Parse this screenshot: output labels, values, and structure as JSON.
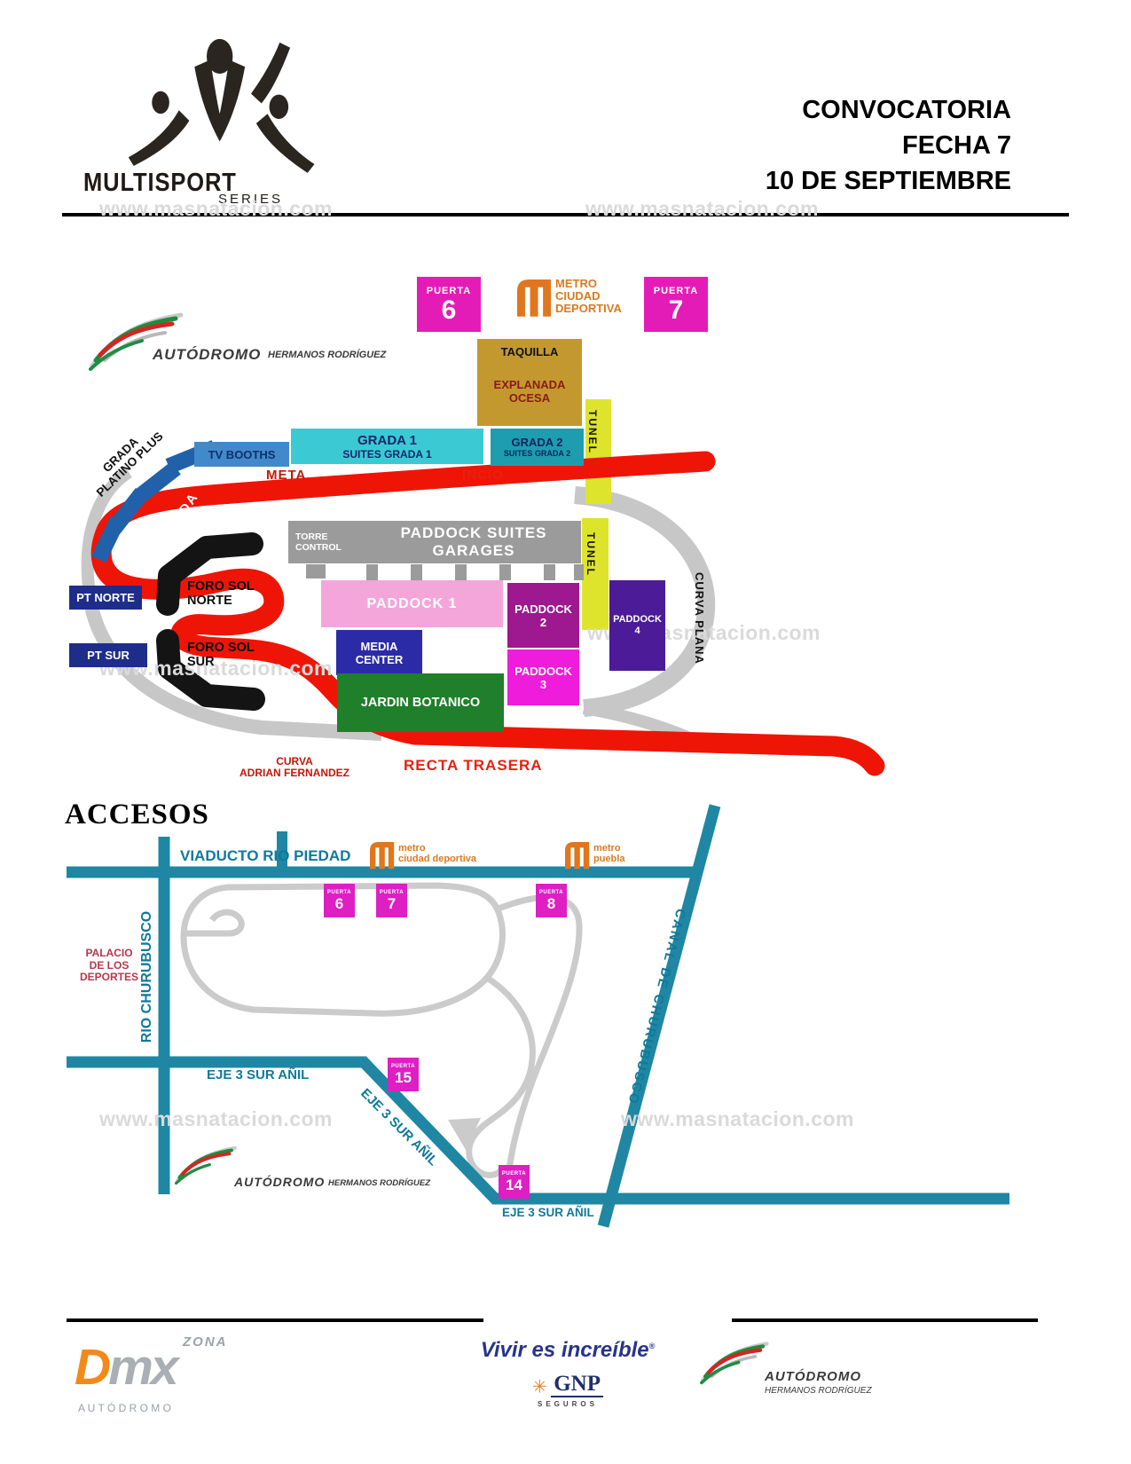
{
  "watermark": {
    "text": "www.masnatacion.com"
  },
  "palette": {
    "gate_magenta": "#E41CB7",
    "track_red": "#EE1506",
    "road_teal": "#1F87A3",
    "metro_orange": "#E0761E",
    "tunel_yellow": "#DEE42C"
  },
  "header": {
    "brand": "MULTISPORT",
    "brand_sub": "SERIES",
    "line1": "CONVOCATORIA",
    "line2": "FECHA 7",
    "line3": "10 DE SEPTIEMBRE"
  },
  "venue": {
    "name": "AUTÓDROMO",
    "sub": "HERMANOS RODRÍGUEZ"
  },
  "map1": {
    "puerta": "PUERTA",
    "gate6": "6",
    "gate7": "7",
    "metro1": "METRO",
    "metro2": "CIUDAD",
    "metro3": "DEPORTIVA",
    "taquilla": "TAQUILLA",
    "explanada1": "EXPLANADA",
    "explanada2": "OCESA",
    "tunel": "TUNEL",
    "tv_booths": "TV BOOTHS",
    "grada1a": "GRADA 1",
    "grada1b": "SUITES GRADA 1",
    "grada2a": "GRADA 2",
    "grada2b": "SUITES GRADA 2",
    "meta": "META",
    "inicio": "INCIO",
    "platino1": "GRADA",
    "platino2": "PLATINO PLUS",
    "peraltada": "PERALTADA",
    "torre1": "TORRE",
    "torre2": "CONTROL",
    "garages1": "PADDOCK SUITES",
    "garages2": "GARAGES",
    "pt_norte": "PT NORTE",
    "pt_sur": "PT SUR",
    "foro_norte1": "FORO SOL",
    "foro_norte2": "NORTE",
    "foro_sur1": "FORO SOL",
    "foro_sur2": "SUR",
    "paddock1": "PADDOCK 1",
    "paddock": "PADDOCK",
    "p2": "2",
    "p3": "3",
    "p4": "4",
    "media1": "MEDIA",
    "media2": "CENTER",
    "jardin": "JARDIN BOTANICO",
    "curva_plana": "CURVA PLANA",
    "curva_af1": "CURVA",
    "curva_af2": "ADRIAN FERNANDEZ",
    "recta": "RECTA TRASERA"
  },
  "accesos": {
    "title": "ACCESOS",
    "viaducto": "VIADUCTO RIO PIEDAD",
    "rio": "RIO CHURUBUSCO",
    "canal": "CANAL DE CHURUBUSCO",
    "eje3": "EJE 3 SUR AÑIL",
    "palacio1": "PALACIO",
    "palacio2": "DE LOS",
    "palacio3": "DEPORTES",
    "metro_word": "metro",
    "ciudad_deportiva": "ciudad deportiva",
    "puebla": "puebla",
    "puerta": "PUERTA",
    "g6": "6",
    "g7": "7",
    "g8": "8",
    "g15": "15",
    "g14": "14"
  },
  "footer": {
    "zona": "ZONA",
    "dmx_d": "D",
    "dmx_mx": "mx",
    "dmx_sub": "A U T Ó D R O M O",
    "gnp_slogan": "Vivir es increíble",
    "gnp_tm": "®",
    "gnp": "GNP",
    "seguros": "SEGUROS",
    "ahr_name": "AUTÓDROMO",
    "ahr_sub": "HERMANOS RODRÍGUEZ"
  }
}
